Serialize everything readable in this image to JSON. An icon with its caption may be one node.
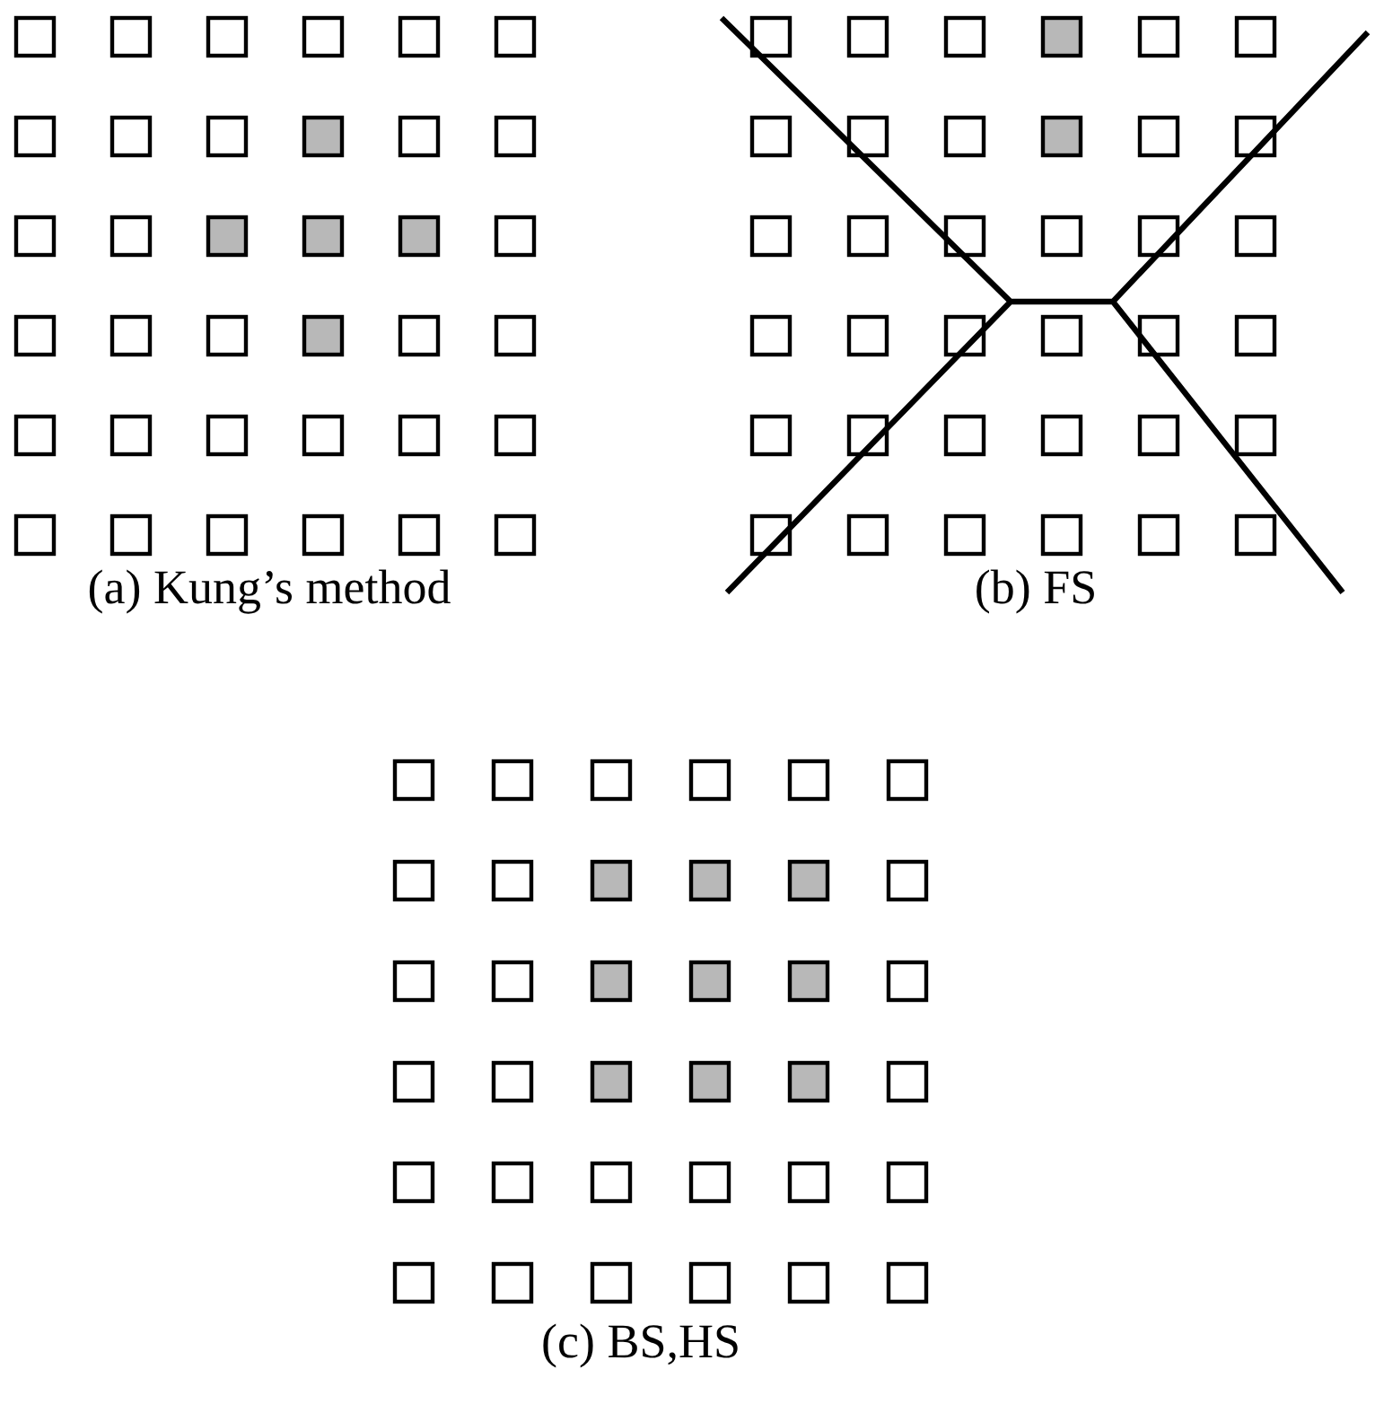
{
  "diagram": {
    "labels": [
      "(a) Kung’s method",
      "(b) FS",
      "(c) BS,HS"
    ]
  }
}
